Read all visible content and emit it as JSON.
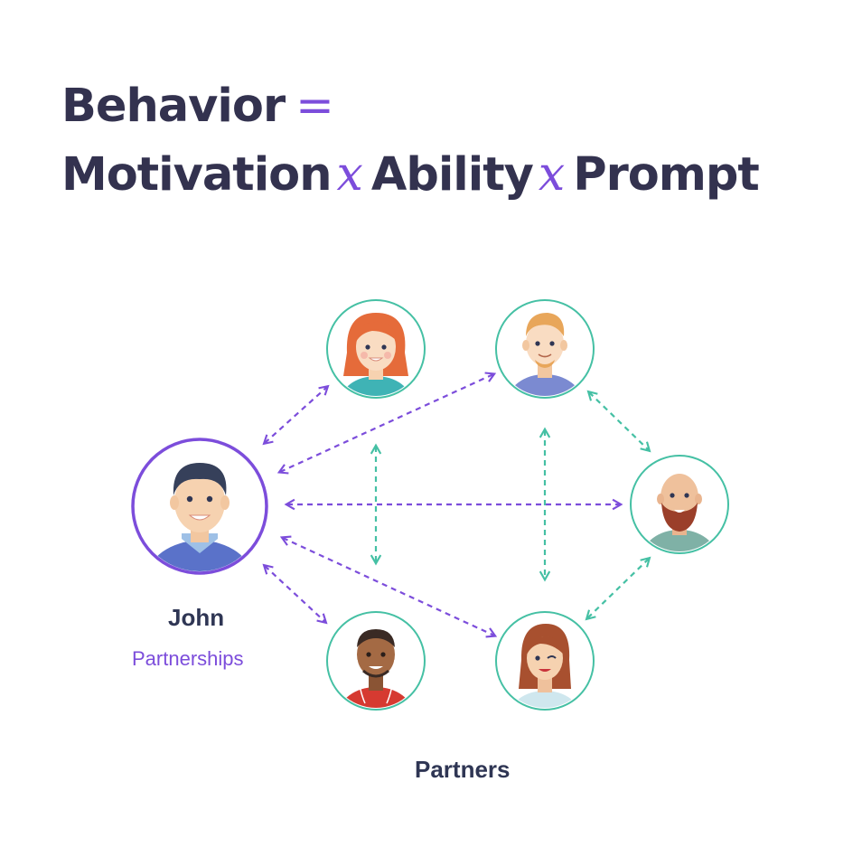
{
  "headline": {
    "line1_word": "Behavior",
    "equals": "=",
    "term1": "Motivation",
    "op1": "x",
    "term2": "Ability",
    "op2": "x",
    "term3": "Prompt"
  },
  "john": {
    "name": "John",
    "role": "Partnerships"
  },
  "partners_label": "Partners",
  "colors": {
    "title": "#33324f",
    "accent_purple": "#7c4ddb",
    "accent_teal": "#45c0a4",
    "label_navy": "#2f3654"
  }
}
